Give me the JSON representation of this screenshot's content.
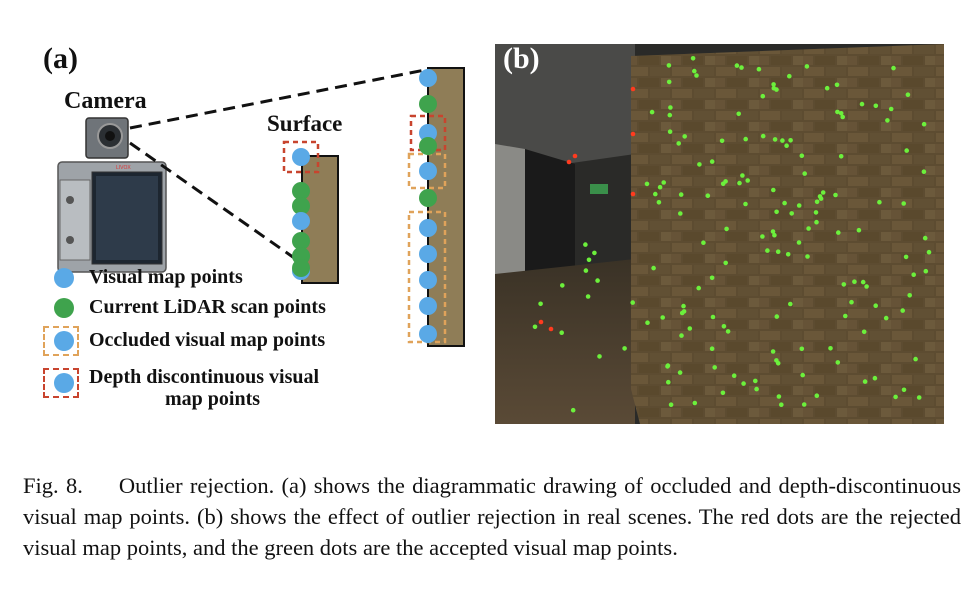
{
  "panels": {
    "a_label": "(a)",
    "b_label": "(b)"
  },
  "diagram": {
    "camera_label": "Camera",
    "surface_label": "Surface",
    "camera_model_text": "LIVOX"
  },
  "legend": {
    "items": [
      {
        "label": "Visual map points",
        "symbol": "blue-dot",
        "color": "#5aa9e6"
      },
      {
        "label": "Current LiDAR scan points",
        "symbol": "green-dot",
        "color": "#3fa34d"
      },
      {
        "label": "Occluded visual map points",
        "symbol": "blue-dot-orange-dashed-box",
        "color": "#e0a35a"
      },
      {
        "label_line1": "Depth discontinuous visual",
        "label_line2": "map points",
        "symbol": "blue-dot-red-dashed-box",
        "color": "#c8442e"
      }
    ]
  },
  "photo": {
    "description_icons": [
      "exit-sign-icon"
    ],
    "accepted_color": "#6cf03c",
    "rejected_color": "#ff3b1f"
  },
  "caption": {
    "figure_number": "Fig. 8.",
    "text": "Outlier rejection. (a) shows the diagrammatic drawing of occluded and depth-discontinuous visual map points. (b) shows the effect of outlier rejection in real scenes. The red dots are the rejected visual map points, and the green dots are the accepted visual map points."
  }
}
